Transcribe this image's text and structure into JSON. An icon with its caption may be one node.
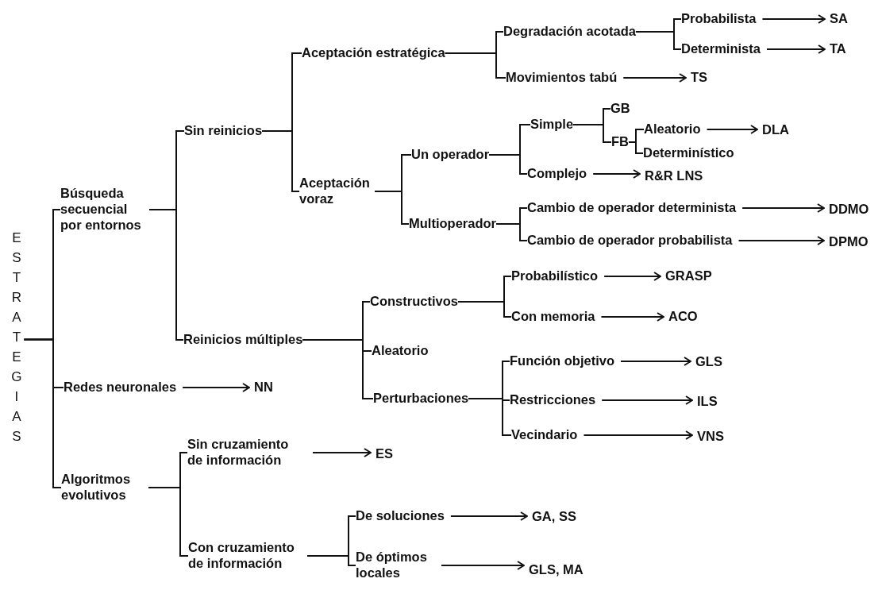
{
  "diagram": {
    "nodes": [
      {
        "text": [
          "ESTRATEGIAS"
        ]
      },
      {
        "text": [
          "Búsqueda secuencial por entornos"
        ]
      },
      {
        "text": [
          "Redes neuronales"
        ]
      },
      {
        "text": [
          "NN"
        ]
      },
      {
        "text": [
          "Algoritmos evolutivos"
        ]
      },
      {
        "text": [
          "Sin reinicios"
        ]
      },
      {
        "text": [
          "Reinicios múltiples"
        ]
      },
      {
        "text": [
          "Aceptación estratégica"
        ]
      },
      {
        "text": [
          "Aceptación voraz"
        ]
      },
      {
        "text": [
          "Degradación acotada"
        ]
      },
      {
        "text": [
          "Movimientos tabú"
        ]
      },
      {
        "text": [
          "Probabilista"
        ]
      },
      {
        "text": [
          "Determinista"
        ]
      },
      {
        "text": [
          "SA"
        ]
      },
      {
        "text": [
          "TA"
        ]
      },
      {
        "text": [
          "TS"
        ]
      },
      {
        "text": [
          "Un operador"
        ]
      },
      {
        "text": [
          "Multioperador"
        ]
      },
      {
        "text": [
          "Simple"
        ]
      },
      {
        "text": [
          "Complejo"
        ]
      },
      {
        "text": [
          "GB"
        ]
      },
      {
        "text": [
          "FB"
        ]
      },
      {
        "text": [
          "Aleatorio"
        ]
      },
      {
        "text": [
          "Determinístico"
        ]
      },
      {
        "text": [
          "DLA"
        ]
      },
      {
        "text": [
          "R&R LNS"
        ]
      },
      {
        "text": [
          "Cambio de operador determinista"
        ]
      },
      {
        "text": [
          "Cambio de operador probabilista"
        ]
      },
      {
        "text": [
          "DDMO"
        ]
      },
      {
        "text": [
          "DPMO"
        ]
      },
      {
        "text": [
          "Constructivos"
        ]
      },
      {
        "text": [
          "Aleatorio"
        ]
      },
      {
        "text": [
          "Perturbaciones"
        ]
      },
      {
        "text": [
          "Probabilístico"
        ]
      },
      {
        "text": [
          "Con memoria"
        ]
      },
      {
        "text": [
          "GRASP"
        ]
      },
      {
        "text": [
          "ACO"
        ]
      },
      {
        "text": [
          "Función objetivo"
        ]
      },
      {
        "text": [
          "Restricciones"
        ]
      },
      {
        "text": [
          "Vecindario"
        ]
      },
      {
        "text": [
          "GLS"
        ]
      },
      {
        "text": [
          "ILS"
        ]
      },
      {
        "text": [
          "VNS"
        ]
      },
      {
        "text": [
          "Sin cruzamiento de información"
        ]
      },
      {
        "text": [
          "Con cruzamiento de información"
        ]
      },
      {
        "text": [
          "ES"
        ]
      },
      {
        "text": [
          "De soluciones"
        ]
      },
      {
        "text": [
          "De óptimos locales"
        ]
      },
      {
        "text": [
          "GA, SS"
        ]
      },
      {
        "text": [
          "GLS, MA"
        ]
      }
    ],
    "edges": [
      {
        "from": 0,
        "to": 1,
        "arrow": "none"
      },
      {
        "from": 0,
        "to": 2,
        "arrow": "none"
      },
      {
        "from": 0,
        "to": 4,
        "arrow": "none"
      },
      {
        "from": 2,
        "to": 3,
        "arrow": "to"
      },
      {
        "from": 1,
        "to": 5,
        "arrow": "none"
      },
      {
        "from": 1,
        "to": 6,
        "arrow": "none"
      },
      {
        "from": 5,
        "to": 7,
        "arrow": "none"
      },
      {
        "from": 5,
        "to": 8,
        "arrow": "none"
      },
      {
        "from": 7,
        "to": 9,
        "arrow": "none"
      },
      {
        "from": 7,
        "to": 10,
        "arrow": "none"
      },
      {
        "from": 9,
        "to": 11,
        "arrow": "none"
      },
      {
        "from": 9,
        "to": 12,
        "arrow": "none"
      },
      {
        "from": 11,
        "to": 13,
        "arrow": "to"
      },
      {
        "from": 12,
        "to": 14,
        "arrow": "to"
      },
      {
        "from": 10,
        "to": 15,
        "arrow": "to"
      },
      {
        "from": 8,
        "to": 16,
        "arrow": "none"
      },
      {
        "from": 8,
        "to": 17,
        "arrow": "none"
      },
      {
        "from": 16,
        "to": 18,
        "arrow": "none"
      },
      {
        "from": 16,
        "to": 19,
        "arrow": "none"
      },
      {
        "from": 18,
        "to": 20,
        "arrow": "none"
      },
      {
        "from": 18,
        "to": 21,
        "arrow": "none"
      },
      {
        "from": 21,
        "to": 22,
        "arrow": "none"
      },
      {
        "from": 21,
        "to": 23,
        "arrow": "none"
      },
      {
        "from": 22,
        "to": 24,
        "arrow": "to"
      },
      {
        "from": 19,
        "to": 25,
        "arrow": "to"
      },
      {
        "from": 17,
        "to": 26,
        "arrow": "none"
      },
      {
        "from": 17,
        "to": 27,
        "arrow": "none"
      },
      {
        "from": 26,
        "to": 28,
        "arrow": "to"
      },
      {
        "from": 27,
        "to": 29,
        "arrow": "to"
      },
      {
        "from": 6,
        "to": 30,
        "arrow": "none"
      },
      {
        "from": 6,
        "to": 31,
        "arrow": "none"
      },
      {
        "from": 6,
        "to": 32,
        "arrow": "none"
      },
      {
        "from": 30,
        "to": 33,
        "arrow": "none"
      },
      {
        "from": 30,
        "to": 34,
        "arrow": "none"
      },
      {
        "from": 33,
        "to": 35,
        "arrow": "to"
      },
      {
        "from": 34,
        "to": 36,
        "arrow": "to"
      },
      {
        "from": 32,
        "to": 37,
        "arrow": "none"
      },
      {
        "from": 32,
        "to": 38,
        "arrow": "none"
      },
      {
        "from": 32,
        "to": 39,
        "arrow": "none"
      },
      {
        "from": 37,
        "to": 40,
        "arrow": "to"
      },
      {
        "from": 38,
        "to": 41,
        "arrow": "to"
      },
      {
        "from": 39,
        "to": 42,
        "arrow": "to"
      },
      {
        "from": 4,
        "to": 43,
        "arrow": "none"
      },
      {
        "from": 4,
        "to": 44,
        "arrow": "none"
      },
      {
        "from": 43,
        "to": 45,
        "arrow": "to"
      },
      {
        "from": 44,
        "to": 46,
        "arrow": "none"
      },
      {
        "from": 44,
        "to": 47,
        "arrow": "none"
      },
      {
        "from": 46,
        "to": 48,
        "arrow": "to"
      },
      {
        "from": 47,
        "to": 49,
        "arrow": "to"
      }
    ]
  }
}
